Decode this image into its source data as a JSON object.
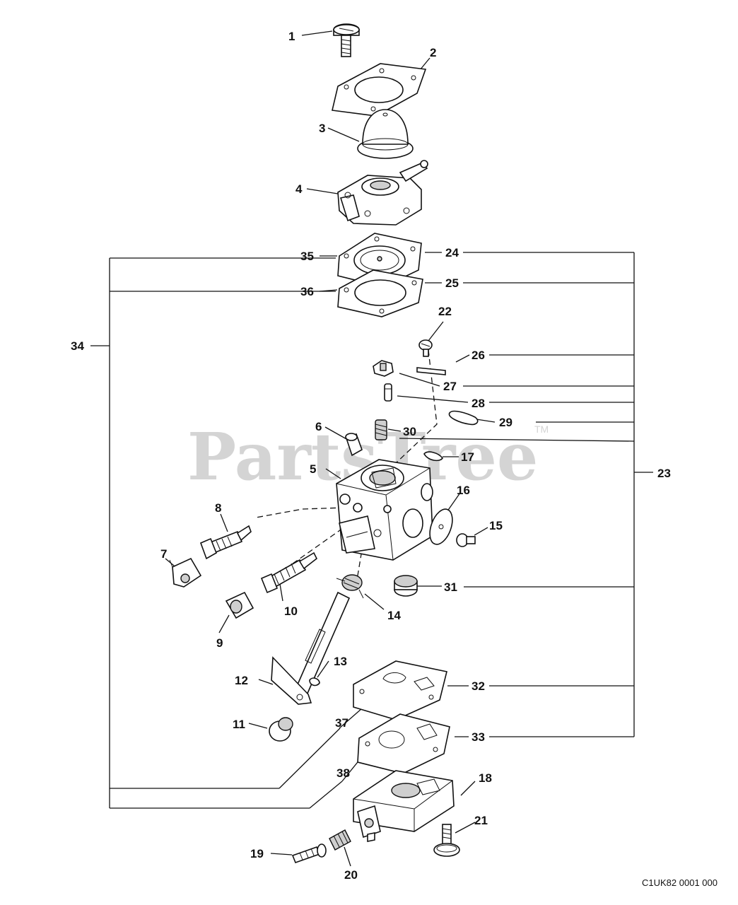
{
  "watermark": {
    "brand": "PartsTree",
    "trademark": "TM"
  },
  "diagram_code": "C1UK82 0001 000",
  "callouts": {
    "n1": "1",
    "n2": "2",
    "n3": "3",
    "n4": "4",
    "n5": "5",
    "n6": "6",
    "n7": "7",
    "n8": "8",
    "n9": "9",
    "n10": "10",
    "n11": "11",
    "n12": "12",
    "n13": "13",
    "n14": "14",
    "n15": "15",
    "n16": "16",
    "n17": "17",
    "n18": "18",
    "n19": "19",
    "n20": "20",
    "n21": "21",
    "n22": "22",
    "n23": "23",
    "n24": "24",
    "n25": "25",
    "n26": "26",
    "n27": "27",
    "n28": "28",
    "n29": "29",
    "n30": "30",
    "n31": "31",
    "n32": "32",
    "n33": "33",
    "n34": "34",
    "n35": "35",
    "n36": "36",
    "n37": "37",
    "n38": "38"
  }
}
